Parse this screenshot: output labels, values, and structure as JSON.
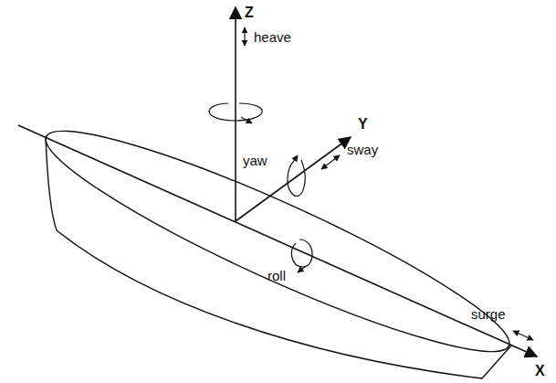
{
  "diagram": {
    "labels": [
      "Z",
      "heave",
      "yaw",
      "Y",
      "sway",
      "roll",
      "surge",
      "X"
    ]
  }
}
